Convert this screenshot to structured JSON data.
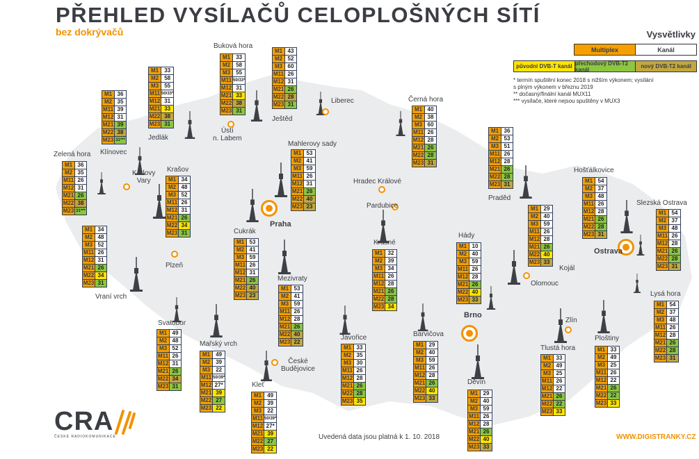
{
  "header": {
    "title": "PŘEHLED VYSÍLAČŮ CELOPLOŠNÝCH SÍTÍ",
    "subtitle": "bez dokrývačů"
  },
  "legend": {
    "title": "Vysvětlivky",
    "multiplex": "Multiplex",
    "channel": "Kanál",
    "original": "původní DVB-T kanál",
    "transitional": "přechodový DVB-T2 kanál",
    "new": "nový DVB-T2 kanál",
    "notes": [
      "* termín spuštění konec 2018 s nižším výkonem; vysílání",
      "s plným výkonem v březnu 2019",
      "** dočasný/finální kanál MUX11",
      "*** vysílače, které nejsou spuštěny v MUX3"
    ],
    "colors": {
      "multiplex": "#f5a000",
      "original": "#ffe500",
      "transitional": "#8dc63f",
      "new": "#c2a83e"
    }
  },
  "transmitters": [
    {
      "name": "Klínovec",
      "rows": [
        [
          "M1",
          "36",
          ""
        ],
        [
          "M2",
          "35",
          ""
        ],
        [
          "M11",
          "39",
          ""
        ],
        [
          "M12",
          "31",
          ""
        ],
        [
          "M21",
          "39",
          "g"
        ],
        [
          "M22",
          "38",
          "o"
        ],
        [
          "M23",
          "31***",
          "g"
        ]
      ]
    },
    {
      "name": "Jedlák",
      "rows": [
        [
          "M1",
          "33",
          ""
        ],
        [
          "M2",
          "58",
          ""
        ],
        [
          "M3",
          "55",
          ""
        ],
        [
          "M11",
          "50/33*",
          ""
        ],
        [
          "M12",
          "31",
          ""
        ],
        [
          "M21",
          "33",
          "y"
        ],
        [
          "M22",
          "38",
          "o"
        ],
        [
          "M23",
          "31",
          "g"
        ]
      ]
    },
    {
      "name": "Buková hora",
      "rows": [
        [
          "M1",
          "33",
          ""
        ],
        [
          "M2",
          "58",
          ""
        ],
        [
          "M3",
          "55",
          ""
        ],
        [
          "M11",
          "50/33*",
          ""
        ],
        [
          "M12",
          "31",
          ""
        ],
        [
          "M21",
          "33",
          "y"
        ],
        [
          "M22",
          "38",
          "o"
        ],
        [
          "M23",
          "31",
          "g"
        ]
      ]
    },
    {
      "name": "Ještěd",
      "rows": [
        [
          "M1",
          "43",
          ""
        ],
        [
          "M2",
          "52",
          ""
        ],
        [
          "M3",
          "60",
          ""
        ],
        [
          "M11",
          "26",
          ""
        ],
        [
          "M12",
          "31",
          ""
        ],
        [
          "M21",
          "26",
          "g"
        ],
        [
          "M22",
          "28",
          "o"
        ],
        [
          "M23",
          "31",
          "g"
        ]
      ]
    },
    {
      "name": "Černá hora",
      "rows": [
        [
          "M1",
          "40",
          ""
        ],
        [
          "M2",
          "38",
          ""
        ],
        [
          "M3",
          "60",
          ""
        ],
        [
          "M11",
          "26",
          ""
        ],
        [
          "M12",
          "28",
          ""
        ],
        [
          "M21",
          "26",
          "g"
        ],
        [
          "M22",
          "28",
          "g"
        ],
        [
          "M23",
          "31",
          "o"
        ]
      ]
    },
    {
      "name": "Praděd",
      "rows": [
        [
          "M1",
          "36",
          ""
        ],
        [
          "M2",
          "53",
          ""
        ],
        [
          "M3",
          "51",
          ""
        ],
        [
          "M11",
          "26",
          ""
        ],
        [
          "M12",
          "28",
          ""
        ],
        [
          "M21",
          "26",
          "g"
        ],
        [
          "M22",
          "28",
          "g"
        ],
        [
          "M23",
          "31",
          "o"
        ]
      ]
    },
    {
      "name": "Zelená hora",
      "rows": [
        [
          "M1",
          "36",
          ""
        ],
        [
          "M2",
          "35",
          ""
        ],
        [
          "M11",
          "26",
          ""
        ],
        [
          "M12",
          "31",
          ""
        ],
        [
          "M21",
          "26",
          "g"
        ],
        [
          "M22",
          "38",
          "o"
        ],
        [
          "M23",
          "31***",
          "g"
        ]
      ]
    },
    {
      "name": "Krašov",
      "rows": [
        [
          "M1",
          "34",
          ""
        ],
        [
          "M2",
          "48",
          ""
        ],
        [
          "M3",
          "52",
          ""
        ],
        [
          "M11",
          "26",
          ""
        ],
        [
          "M12",
          "31",
          ""
        ],
        [
          "M21",
          "26",
          "g"
        ],
        [
          "M22",
          "34",
          "y"
        ],
        [
          "M23",
          "31",
          "g"
        ]
      ]
    },
    {
      "name": "Vraní vrch",
      "rows": [
        [
          "M1",
          "34",
          ""
        ],
        [
          "M2",
          "48",
          ""
        ],
        [
          "M3",
          "52",
          ""
        ],
        [
          "M11",
          "26",
          ""
        ],
        [
          "M12",
          "31",
          ""
        ],
        [
          "M21",
          "26",
          "g"
        ],
        [
          "M22",
          "34",
          "y"
        ],
        [
          "M23",
          "31",
          "g"
        ]
      ]
    },
    {
      "name": "Mahlerovy sady",
      "rows": [
        [
          "M1",
          "53",
          ""
        ],
        [
          "M2",
          "41",
          ""
        ],
        [
          "M3",
          "59",
          ""
        ],
        [
          "M11",
          "26",
          ""
        ],
        [
          "M12",
          "31",
          ""
        ],
        [
          "M21",
          "26",
          "g"
        ],
        [
          "M22",
          "40",
          "o"
        ],
        [
          "M23",
          "23",
          "o"
        ]
      ]
    },
    {
      "name": "Cukrák",
      "rows": [
        [
          "M1",
          "53",
          ""
        ],
        [
          "M2",
          "41",
          ""
        ],
        [
          "M3",
          "59",
          ""
        ],
        [
          "M11",
          "26",
          ""
        ],
        [
          "M12",
          "31",
          ""
        ],
        [
          "M21",
          "26",
          "g"
        ],
        [
          "M22",
          "40",
          "o"
        ],
        [
          "M23",
          "23",
          "o"
        ]
      ]
    },
    {
      "name": "Mezivraty",
      "rows": [
        [
          "M1",
          "53",
          ""
        ],
        [
          "M2",
          "41",
          ""
        ],
        [
          "M3",
          "59",
          ""
        ],
        [
          "M11",
          "26",
          ""
        ],
        [
          "M12",
          "28",
          ""
        ],
        [
          "M21",
          "26",
          "g"
        ],
        [
          "M22",
          "40",
          "o"
        ],
        [
          "M23",
          "22",
          "o"
        ]
      ]
    },
    {
      "name": "Krásné",
      "rows": [
        [
          "M1",
          "32",
          ""
        ],
        [
          "M2",
          "39",
          ""
        ],
        [
          "M3",
          "34",
          ""
        ],
        [
          "M11",
          "26",
          ""
        ],
        [
          "M12",
          "28",
          ""
        ],
        [
          "M21",
          "26",
          "g"
        ],
        [
          "M22",
          "28",
          "g"
        ],
        [
          "M23",
          "34",
          "y"
        ]
      ]
    },
    {
      "name": "Javořice",
      "rows": [
        [
          "M1",
          "33",
          ""
        ],
        [
          "M2",
          "35",
          ""
        ],
        [
          "M3",
          "30",
          ""
        ],
        [
          "M11",
          "26",
          ""
        ],
        [
          "M12",
          "28",
          ""
        ],
        [
          "M21",
          "26",
          "g"
        ],
        [
          "M22",
          "28",
          "g"
        ],
        [
          "M23",
          "35",
          "y"
        ]
      ]
    },
    {
      "name": "Barvičova",
      "rows": [
        [
          "M1",
          "29",
          ""
        ],
        [
          "M2",
          "40",
          ""
        ],
        [
          "M3",
          "59",
          ""
        ],
        [
          "M11",
          "26",
          ""
        ],
        [
          "M12",
          "28",
          ""
        ],
        [
          "M21",
          "26",
          "g"
        ],
        [
          "M22",
          "40",
          "y"
        ],
        [
          "M23",
          "33",
          "o"
        ]
      ]
    },
    {
      "name": "Hády",
      "rows": [
        [
          "M1",
          "10",
          ""
        ],
        [
          "M2",
          "40",
          ""
        ],
        [
          "M3",
          "59",
          ""
        ],
        [
          "M11",
          "26",
          ""
        ],
        [
          "M12",
          "28",
          ""
        ],
        [
          "M21",
          "26",
          "g"
        ],
        [
          "M22",
          "40",
          "y"
        ],
        [
          "M23",
          "33",
          "o"
        ]
      ]
    },
    {
      "name": "Kojál",
      "rows": [
        [
          "M1",
          "29",
          ""
        ],
        [
          "M2",
          "40",
          ""
        ],
        [
          "M3",
          "59",
          ""
        ],
        [
          "M11",
          "26",
          ""
        ],
        [
          "M12",
          "28",
          ""
        ],
        [
          "M21",
          "26",
          "g"
        ],
        [
          "M22",
          "40",
          "y"
        ],
        [
          "M23",
          "33",
          "o"
        ]
      ]
    },
    {
      "name": "Hošťálkovice",
      "rows": [
        [
          "M1",
          "54",
          ""
        ],
        [
          "M2",
          "37",
          ""
        ],
        [
          "M3",
          "48",
          ""
        ],
        [
          "M11",
          "26",
          ""
        ],
        [
          "M12",
          "28",
          ""
        ],
        [
          "M21",
          "26",
          "g"
        ],
        [
          "M22",
          "28",
          "g"
        ],
        [
          "M23",
          "31",
          "o"
        ]
      ]
    },
    {
      "name": "Slezská Ostrava",
      "rows": [
        [
          "M1",
          "54",
          ""
        ],
        [
          "M2",
          "37",
          ""
        ],
        [
          "M3",
          "48",
          ""
        ],
        [
          "M11",
          "26",
          ""
        ],
        [
          "M12",
          "28",
          ""
        ],
        [
          "M21",
          "26",
          "g"
        ],
        [
          "M22",
          "28",
          "g"
        ],
        [
          "M23",
          "31",
          "o"
        ]
      ]
    },
    {
      "name": "Lysá hora",
      "rows": [
        [
          "M1",
          "54",
          ""
        ],
        [
          "M2",
          "37",
          ""
        ],
        [
          "M3",
          "48",
          ""
        ],
        [
          "M11",
          "26",
          ""
        ],
        [
          "M12",
          "28",
          ""
        ],
        [
          "M21",
          "26",
          "g"
        ],
        [
          "M22",
          "28",
          "g"
        ],
        [
          "M23",
          "31",
          "o"
        ]
      ]
    },
    {
      "name": "Tlustá hora",
      "rows": [
        [
          "M1",
          "33",
          ""
        ],
        [
          "M2",
          "49",
          ""
        ],
        [
          "M3",
          "25",
          ""
        ],
        [
          "M11",
          "26",
          ""
        ],
        [
          "M12",
          "22",
          ""
        ],
        [
          "M21",
          "26",
          "g"
        ],
        [
          "M22",
          "22",
          "g"
        ],
        [
          "M23",
          "33",
          "y"
        ]
      ]
    },
    {
      "name": "Ploštiny",
      "rows": [
        [
          "M1",
          "33",
          ""
        ],
        [
          "M2",
          "49",
          ""
        ],
        [
          "M3",
          "25",
          ""
        ],
        [
          "M11",
          "26",
          ""
        ],
        [
          "M12",
          "22",
          ""
        ],
        [
          "M21",
          "26",
          "g"
        ],
        [
          "M22",
          "22",
          "g"
        ],
        [
          "M23",
          "33",
          "y"
        ]
      ]
    },
    {
      "name": "Děvín",
      "rows": [
        [
          "M1",
          "29",
          ""
        ],
        [
          "M2",
          "40",
          ""
        ],
        [
          "M3",
          "59",
          ""
        ],
        [
          "M11",
          "26",
          ""
        ],
        [
          "M12",
          "28",
          ""
        ],
        [
          "M21",
          "26",
          "g"
        ],
        [
          "M22",
          "40",
          "y"
        ],
        [
          "M23",
          "33",
          "o"
        ]
      ]
    },
    {
      "name": "Svatobor",
      "rows": [
        [
          "M1",
          "49",
          ""
        ],
        [
          "M2",
          "48",
          ""
        ],
        [
          "M3",
          "52",
          ""
        ],
        [
          "M11",
          "26",
          ""
        ],
        [
          "M12",
          "31",
          ""
        ],
        [
          "M21",
          "26",
          "g"
        ],
        [
          "M22",
          "34",
          "o"
        ],
        [
          "M23",
          "31",
          "g"
        ]
      ]
    },
    {
      "name": "Mařský vrch",
      "rows": [
        [
          "M1",
          "49",
          ""
        ],
        [
          "M2",
          "39",
          ""
        ],
        [
          "M3",
          "22",
          ""
        ],
        [
          "M11",
          "50/39*",
          ""
        ],
        [
          "M12",
          "27*",
          ""
        ],
        [
          "M21",
          "39",
          "y"
        ],
        [
          "M22",
          "27",
          "g"
        ],
        [
          "M23",
          "22",
          "y"
        ]
      ]
    },
    {
      "name": "Kleť",
      "rows": [
        [
          "M1",
          "49",
          ""
        ],
        [
          "M2",
          "39",
          ""
        ],
        [
          "M3",
          "22",
          ""
        ],
        [
          "M11",
          "50/39*",
          ""
        ],
        [
          "M12",
          "27*",
          ""
        ],
        [
          "M21",
          "39",
          "y"
        ],
        [
          "M22",
          "27",
          "g"
        ],
        [
          "M23",
          "22",
          "y"
        ]
      ]
    }
  ],
  "cities": [
    {
      "name": "Karlovy Vary",
      "big": false
    },
    {
      "name": "Plzeň",
      "big": false
    },
    {
      "name": "Ústí n. Labem",
      "big": false
    },
    {
      "name": "Liberec",
      "big": false
    },
    {
      "name": "Hradec Králové",
      "big": false
    },
    {
      "name": "Pardubice",
      "big": false
    },
    {
      "name": "Praha",
      "big": true
    },
    {
      "name": "České Budějovice",
      "big": false
    },
    {
      "name": "Brno",
      "big": true
    },
    {
      "name": "Olomouc",
      "big": false
    },
    {
      "name": "Zlín",
      "big": false
    },
    {
      "name": "Ostrava",
      "big": true
    }
  ],
  "footer": {
    "logo": "CRA",
    "logo_sub": "ČESKÉ RADIOKOMUNIKACE",
    "validity": "Uvedená data jsou platná k 1. 10. 2018",
    "website": "WWW.DIGISTRANKY.CZ"
  }
}
